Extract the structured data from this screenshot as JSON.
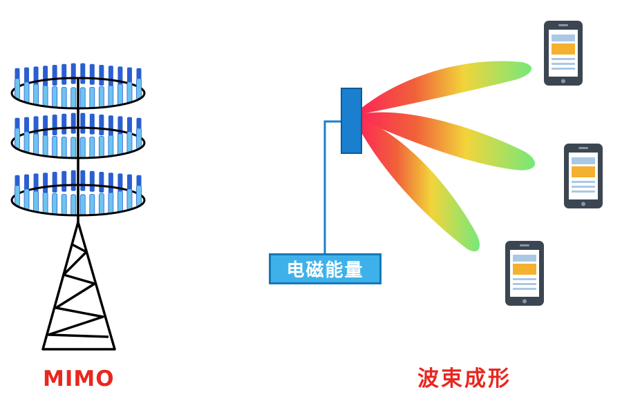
{
  "labels": {
    "mimo": "MIMO",
    "beamforming": "波束成形",
    "energy": "电磁能量"
  },
  "colors": {
    "caption": "#e8271f",
    "antenna_dark": "#2a5fd0",
    "antenna_light": "#6cc4ee",
    "panel": "#1a7fcf",
    "energy_box": "#3fb1ea",
    "phone_body": "#3b4652",
    "phone_header": "#f4b12f"
  },
  "icons": [
    "antenna-tower-icon",
    "antenna-array-icon",
    "beam-lobe-icon",
    "smartphone-icon"
  ]
}
